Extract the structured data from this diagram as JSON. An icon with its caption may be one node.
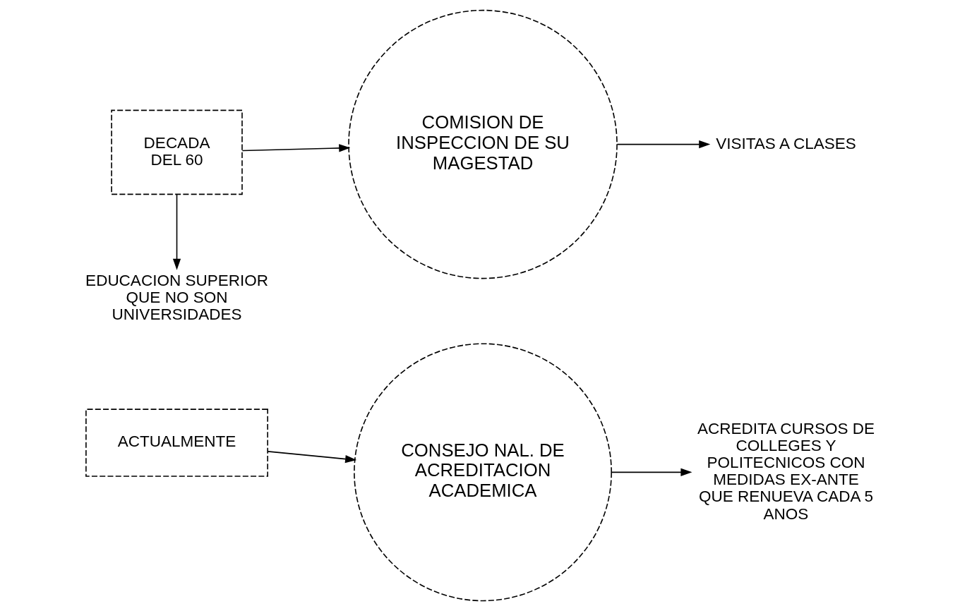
{
  "diagram": {
    "nodes": [
      {
        "text": [
          "DECADA DEL 60"
        ]
      },
      {
        "text": [
          "COMISION DE INSPECCION DE SU MAGESTAD"
        ]
      },
      {
        "text": [
          "VISITAS A CLASES"
        ]
      },
      {
        "text": [
          "EDUCACION SUPERIOR QUE NO SON UNIVERSIDADES"
        ]
      },
      {
        "text": [
          "ACTUALMENTE"
        ]
      },
      {
        "text": [
          "CONSEJO NAL. DE ACREDITACION ACADEMICA"
        ]
      },
      {
        "text": [
          "ACREDITA CURSOS DE COLLEGES Y POLITECNICOS CON MEDIDAS EX-ANTE QUE RENUEVA CADA 5 ANOS"
        ]
      }
    ],
    "edges": [
      {
        "from": 0,
        "to": 1,
        "arrow": "to"
      },
      {
        "from": 1,
        "to": 2,
        "arrow": "to"
      },
      {
        "from": 0,
        "to": 3,
        "arrow": "to"
      },
      {
        "from": 4,
        "to": 5,
        "arrow": "to"
      },
      {
        "from": 5,
        "to": 6,
        "arrow": "to"
      }
    ]
  }
}
